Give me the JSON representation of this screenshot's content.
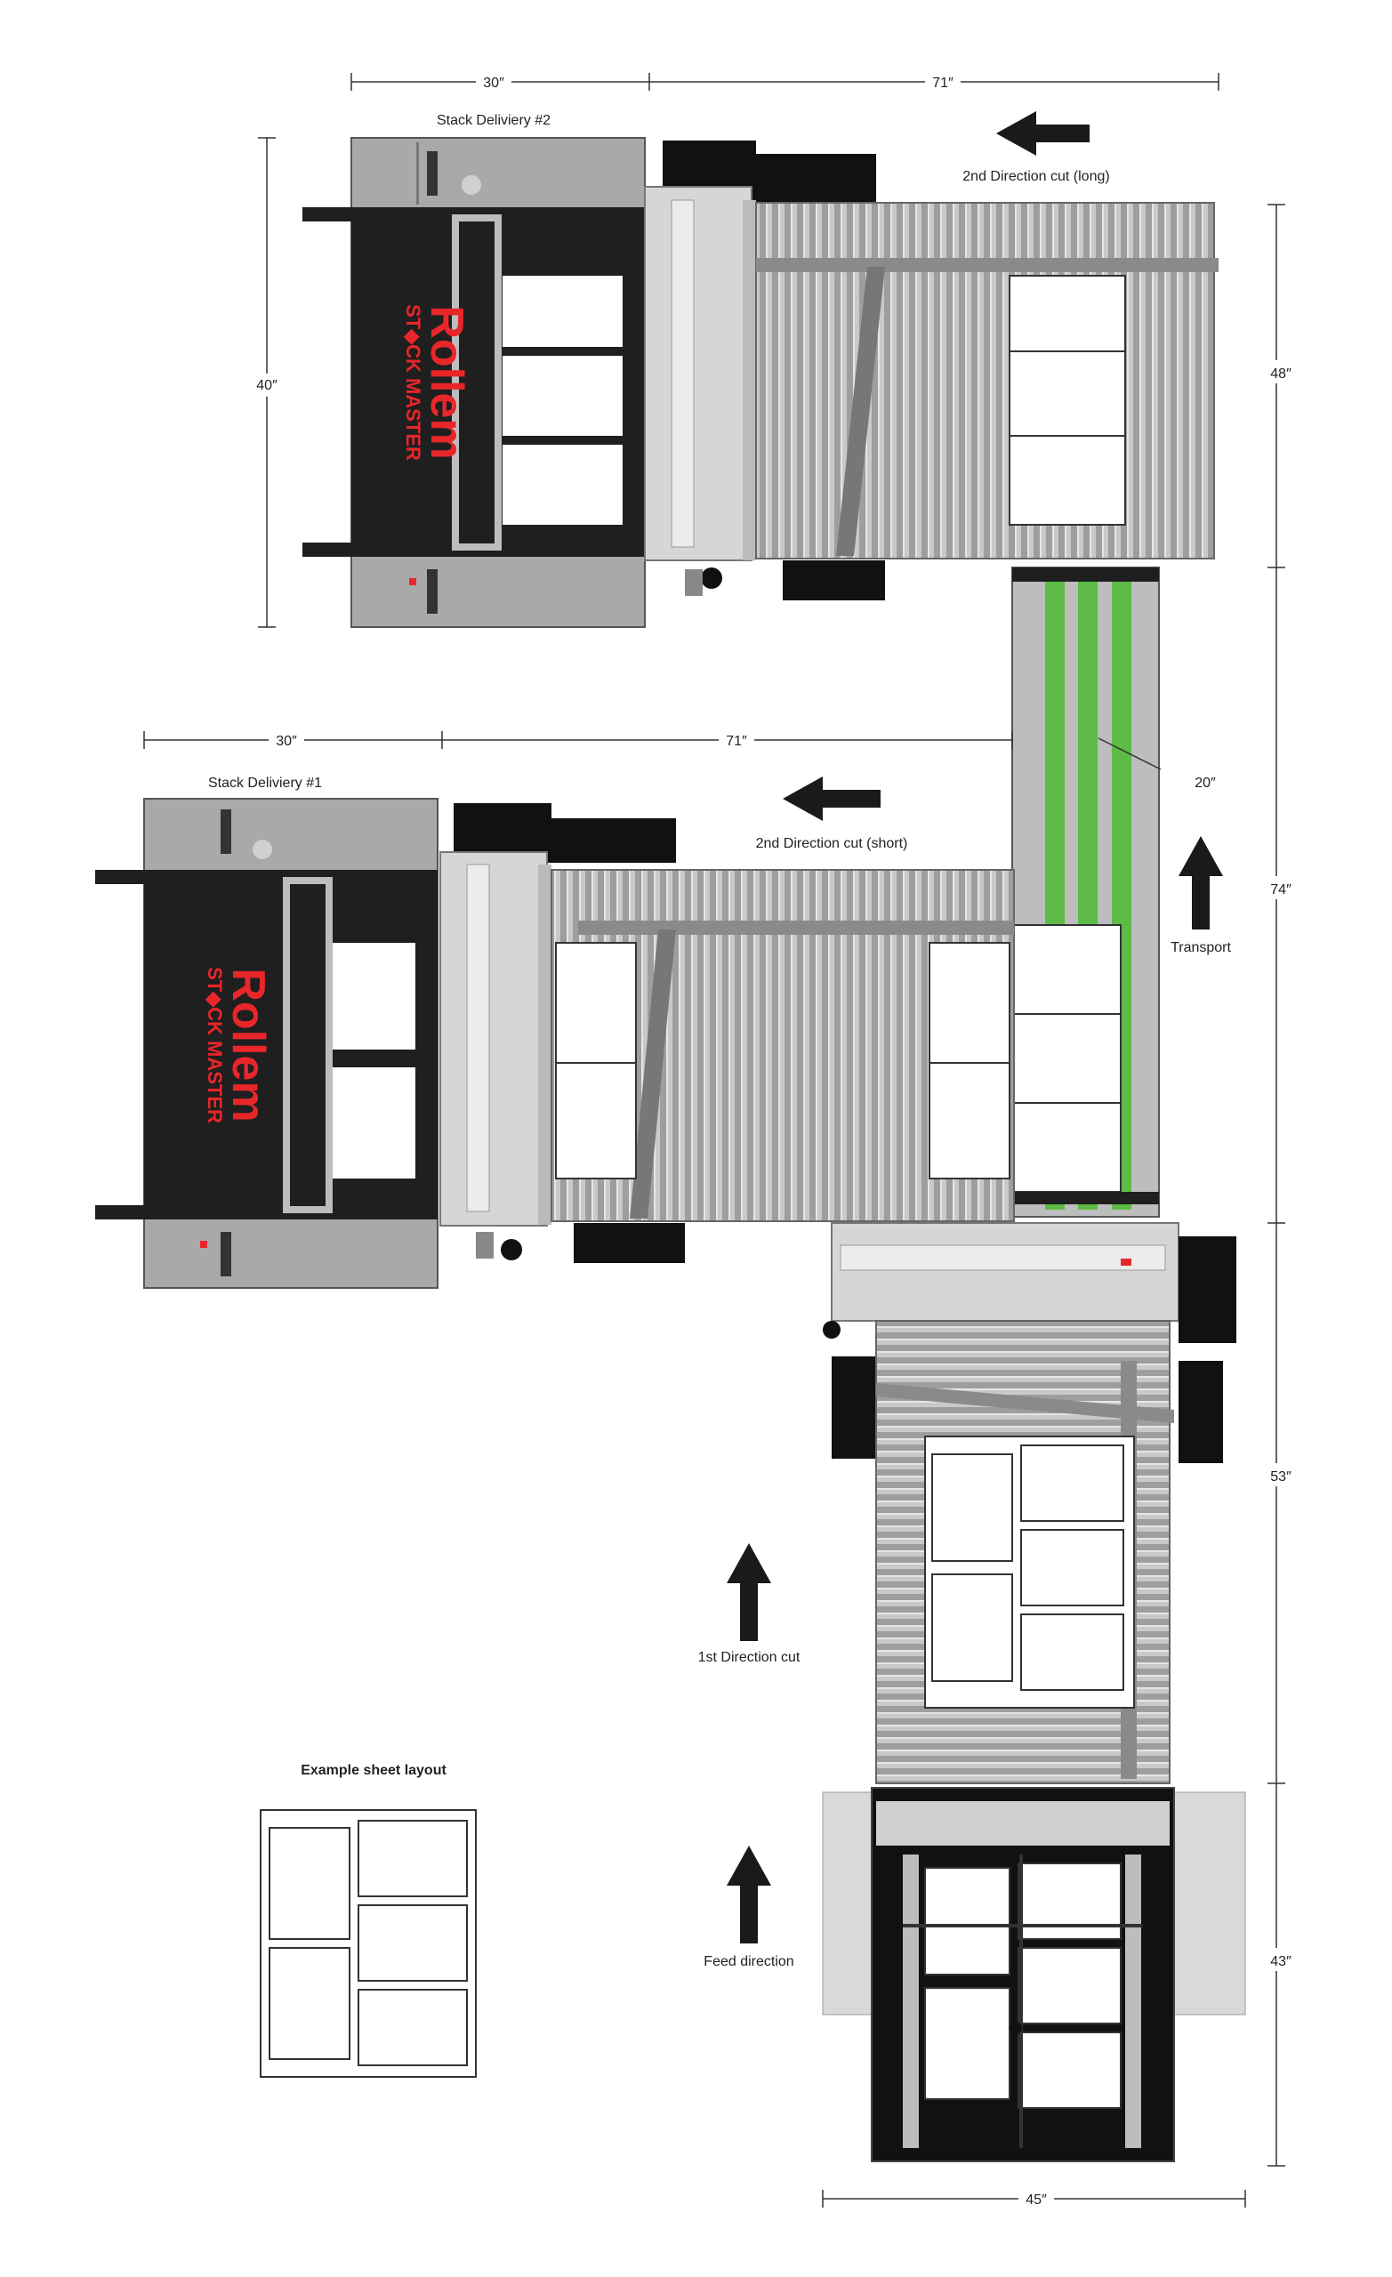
{
  "labels": {
    "stack2": "Stack Deliviery #2",
    "stack1": "Stack Deliviery #1",
    "cut2_long": "2nd Direction cut (long)",
    "cut2_short": "2nd Direction cut (short)",
    "transport": "Transport",
    "cut1": "1st Direction cut",
    "feed": "Feed direction",
    "example": "Example sheet layout"
  },
  "dimensions": {
    "top_30": "30″",
    "top_71": "71″",
    "mid_30": "30″",
    "mid_71": "71″",
    "left_40": "40″",
    "right_48": "48″",
    "right_74": "74″",
    "right_53": "53″",
    "right_43": "43″",
    "belt_20": "20″",
    "bottom_45": "45″"
  },
  "brand": {
    "logo_text": "Rollem",
    "product_text": "ST◆CK MASTER"
  },
  "colors": {
    "machine_gray": "#a9a9a9",
    "conveyor_gray": "#bdbdbd",
    "dark": "#1f1f1f",
    "belt_green": "#5dbb46",
    "brand_red": "#e8262a"
  }
}
